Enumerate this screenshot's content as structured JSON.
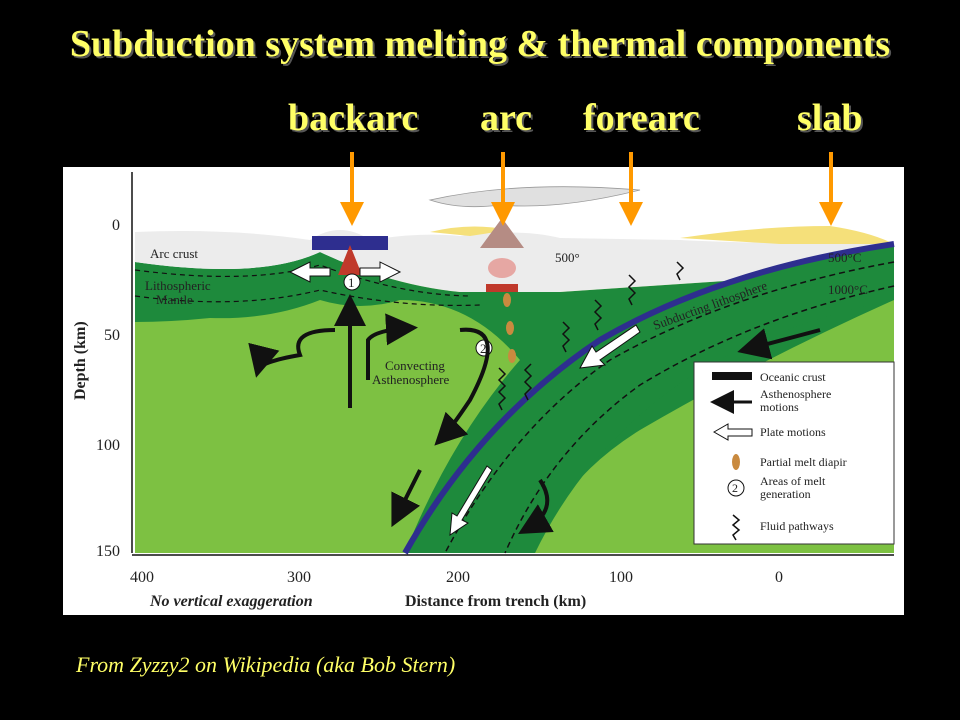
{
  "title": "Subduction system melting & thermal components",
  "components": {
    "backarc": "backarc",
    "arc": "arc",
    "forearc": "forearc",
    "slab": "slab"
  },
  "figure": {
    "yaxis_label": "Depth (km)",
    "xaxis_label": "Distance from trench (km)",
    "note": "No vertical exaggeration",
    "yticks": [
      "0",
      "50",
      "100",
      "150"
    ],
    "xticks": [
      "400",
      "300",
      "200",
      "100",
      "0"
    ],
    "labels": {
      "arc_crust": "Arc crust",
      "litho_1": "Lithospheric",
      "litho_2": "Mantle",
      "conv_1": "Convecting",
      "conv_2": "Asthenosphere",
      "subducting": "Subducting lithosphere",
      "t500": "500°",
      "iso500": "500°C",
      "iso1000": "1000°C",
      "area1": "1",
      "area2": "2"
    },
    "legend": {
      "oceanic_crust": "Oceanic crust",
      "astheno_1": "Asthenosphere",
      "astheno_2": "motions",
      "plate": "Plate motions",
      "diapir": "Partial melt diapir",
      "melt_1": "Areas of melt",
      "melt_2": "generation",
      "melt_num": "2",
      "fluid": "Fluid pathways"
    }
  },
  "caption": "From Zyzzy2 on Wikipedia (aka Bob Stern)",
  "colors": {
    "title": "#ffff66",
    "mantle": "#7dc142",
    "lithosphere": "#1e8a3c",
    "crust": "#2e2e8f",
    "arrow": "#ff9900"
  }
}
